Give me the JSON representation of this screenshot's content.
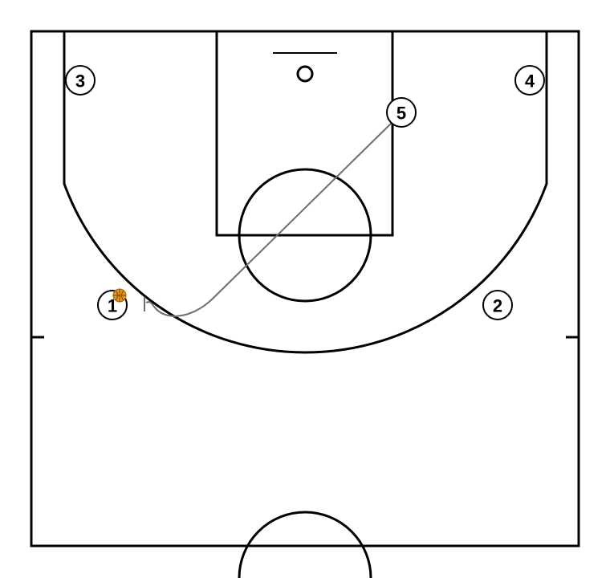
{
  "diagram": {
    "players": [
      {
        "id": "p1",
        "label": "1",
        "has_ball": true
      },
      {
        "id": "p2",
        "label": "2",
        "has_ball": false
      },
      {
        "id": "p3",
        "label": "3",
        "has_ball": false
      },
      {
        "id": "p4",
        "label": "4",
        "has_ball": false
      },
      {
        "id": "p5",
        "label": "5",
        "has_ball": false
      }
    ],
    "movements": [
      {
        "player": "5",
        "type": "screen-cut",
        "color": "#6e6e6e"
      }
    ],
    "colors": {
      "court_lines": "#000000",
      "ball": "#e8961e",
      "movement_line": "#6e6e6e"
    }
  }
}
